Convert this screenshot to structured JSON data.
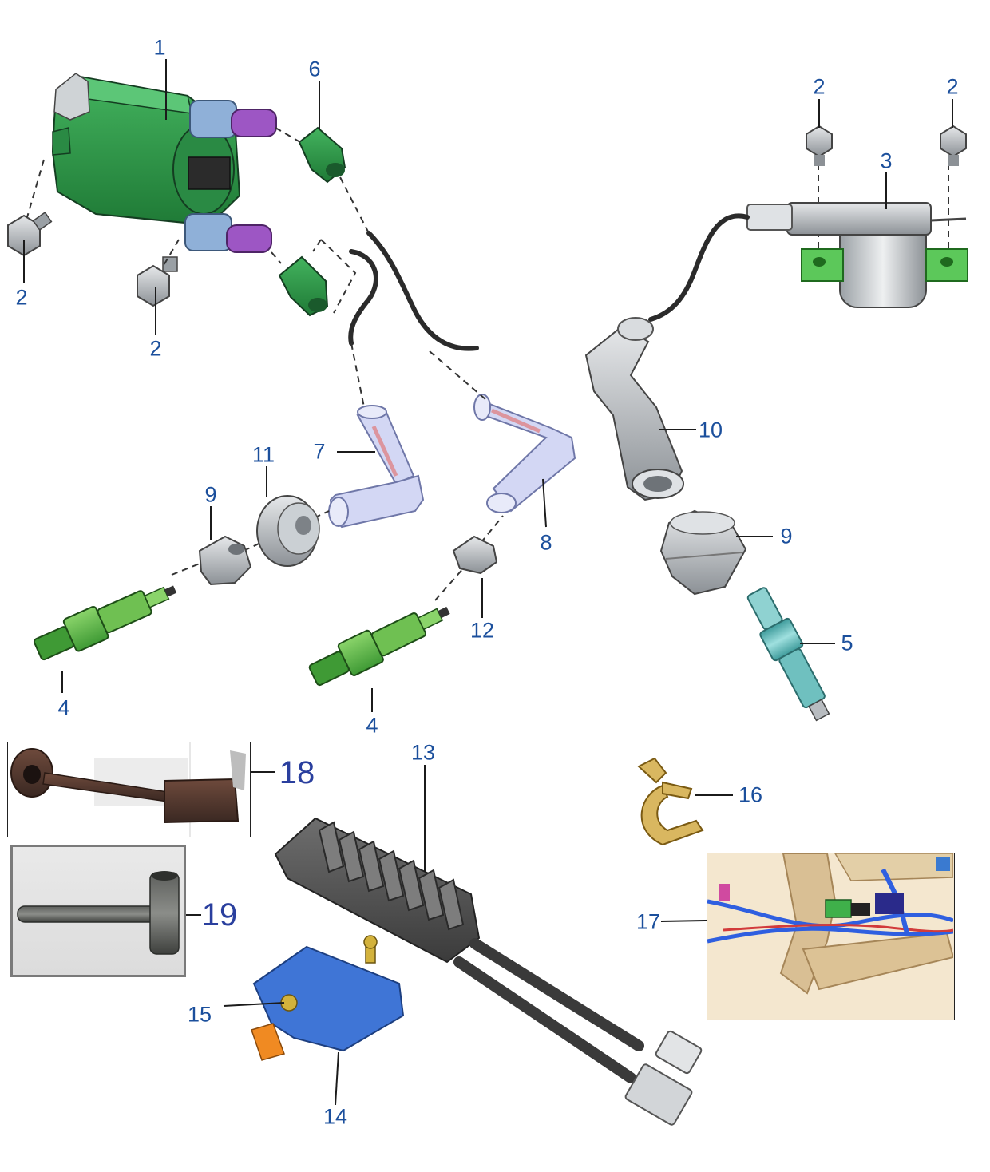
{
  "callouts": {
    "c1": "1",
    "c2a": "2",
    "c2b": "2",
    "c2c": "2",
    "c2d": "2",
    "c3": "3",
    "c4a": "4",
    "c4b": "4",
    "c5": "5",
    "c6": "6",
    "c7": "7",
    "c8": "8",
    "c9a": "9",
    "c9b": "9",
    "c10": "10",
    "c11": "11",
    "c12": "12",
    "c13": "13",
    "c14": "14",
    "c15": "15",
    "c16": "16",
    "c17": "17",
    "c18": "18",
    "c19": "19"
  },
  "colors": {
    "callout": "#1b4f9c",
    "callout_tool": "#2a3f9e",
    "coil_green": "#2f9a4a",
    "plug_green": "#58b948",
    "cap_purple": "#8e3fb0",
    "metal": "#b8bcc0",
    "boot_clear": "#cfd4f2",
    "plug_teal": "#5fb8b8",
    "bracket_blue": "#3b6fd0",
    "clip_gold": "#c9a24a"
  }
}
